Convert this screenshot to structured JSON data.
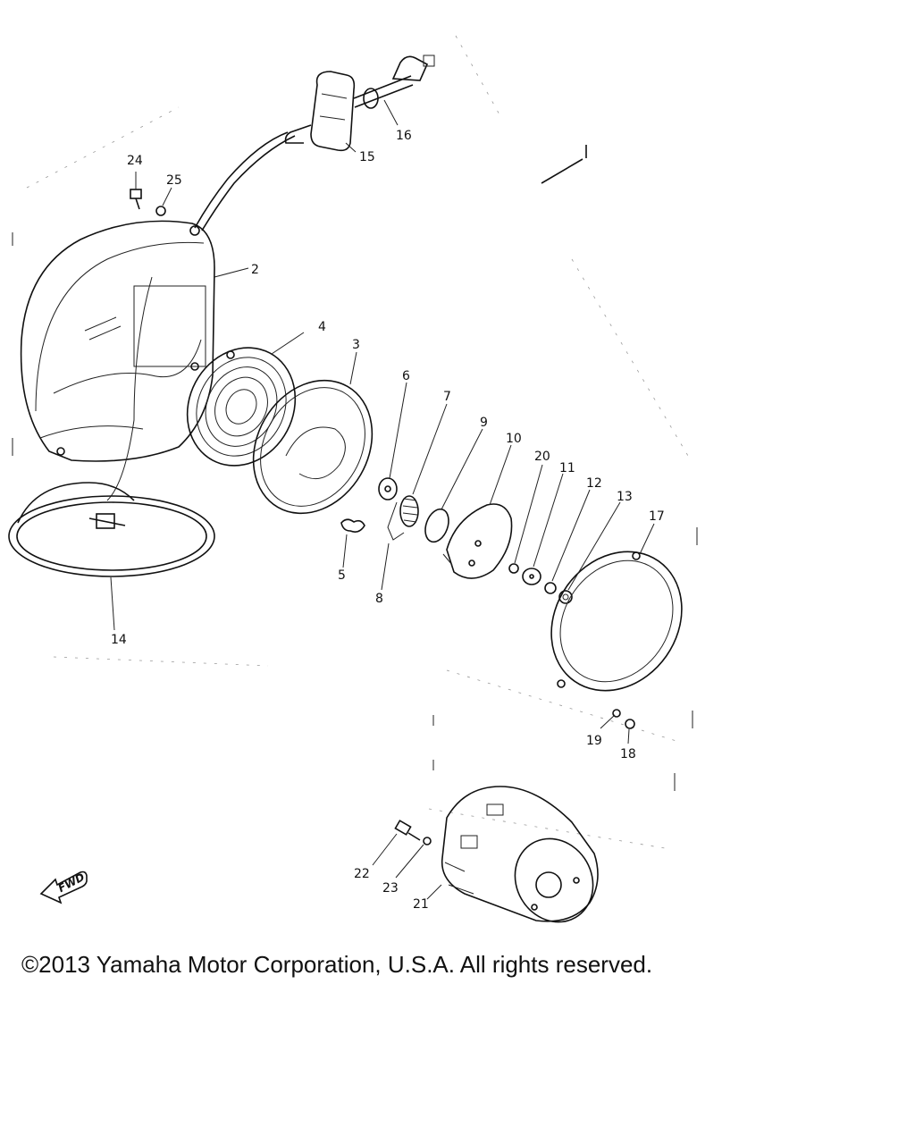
{
  "diagram": {
    "part_labels": {
      "p1": "1",
      "p2": "2",
      "p3": "3",
      "p4": "4",
      "p5": "5",
      "p6": "6",
      "p7": "7",
      "p8": "8",
      "p9": "9",
      "p10": "10",
      "p11": "11",
      "p12": "12",
      "p13": "13",
      "p14": "14",
      "p15": "15",
      "p16": "16",
      "p17": "17",
      "p18": "18",
      "p19": "19",
      "p20": "20",
      "p21": "21",
      "p22": "22",
      "p23": "23",
      "p24": "24",
      "p25": "25"
    },
    "fwd_marker": "FWD"
  },
  "footer": {
    "copyright": "©2013 Yamaha Motor Corporation, U.S.A. All rights reserved."
  }
}
